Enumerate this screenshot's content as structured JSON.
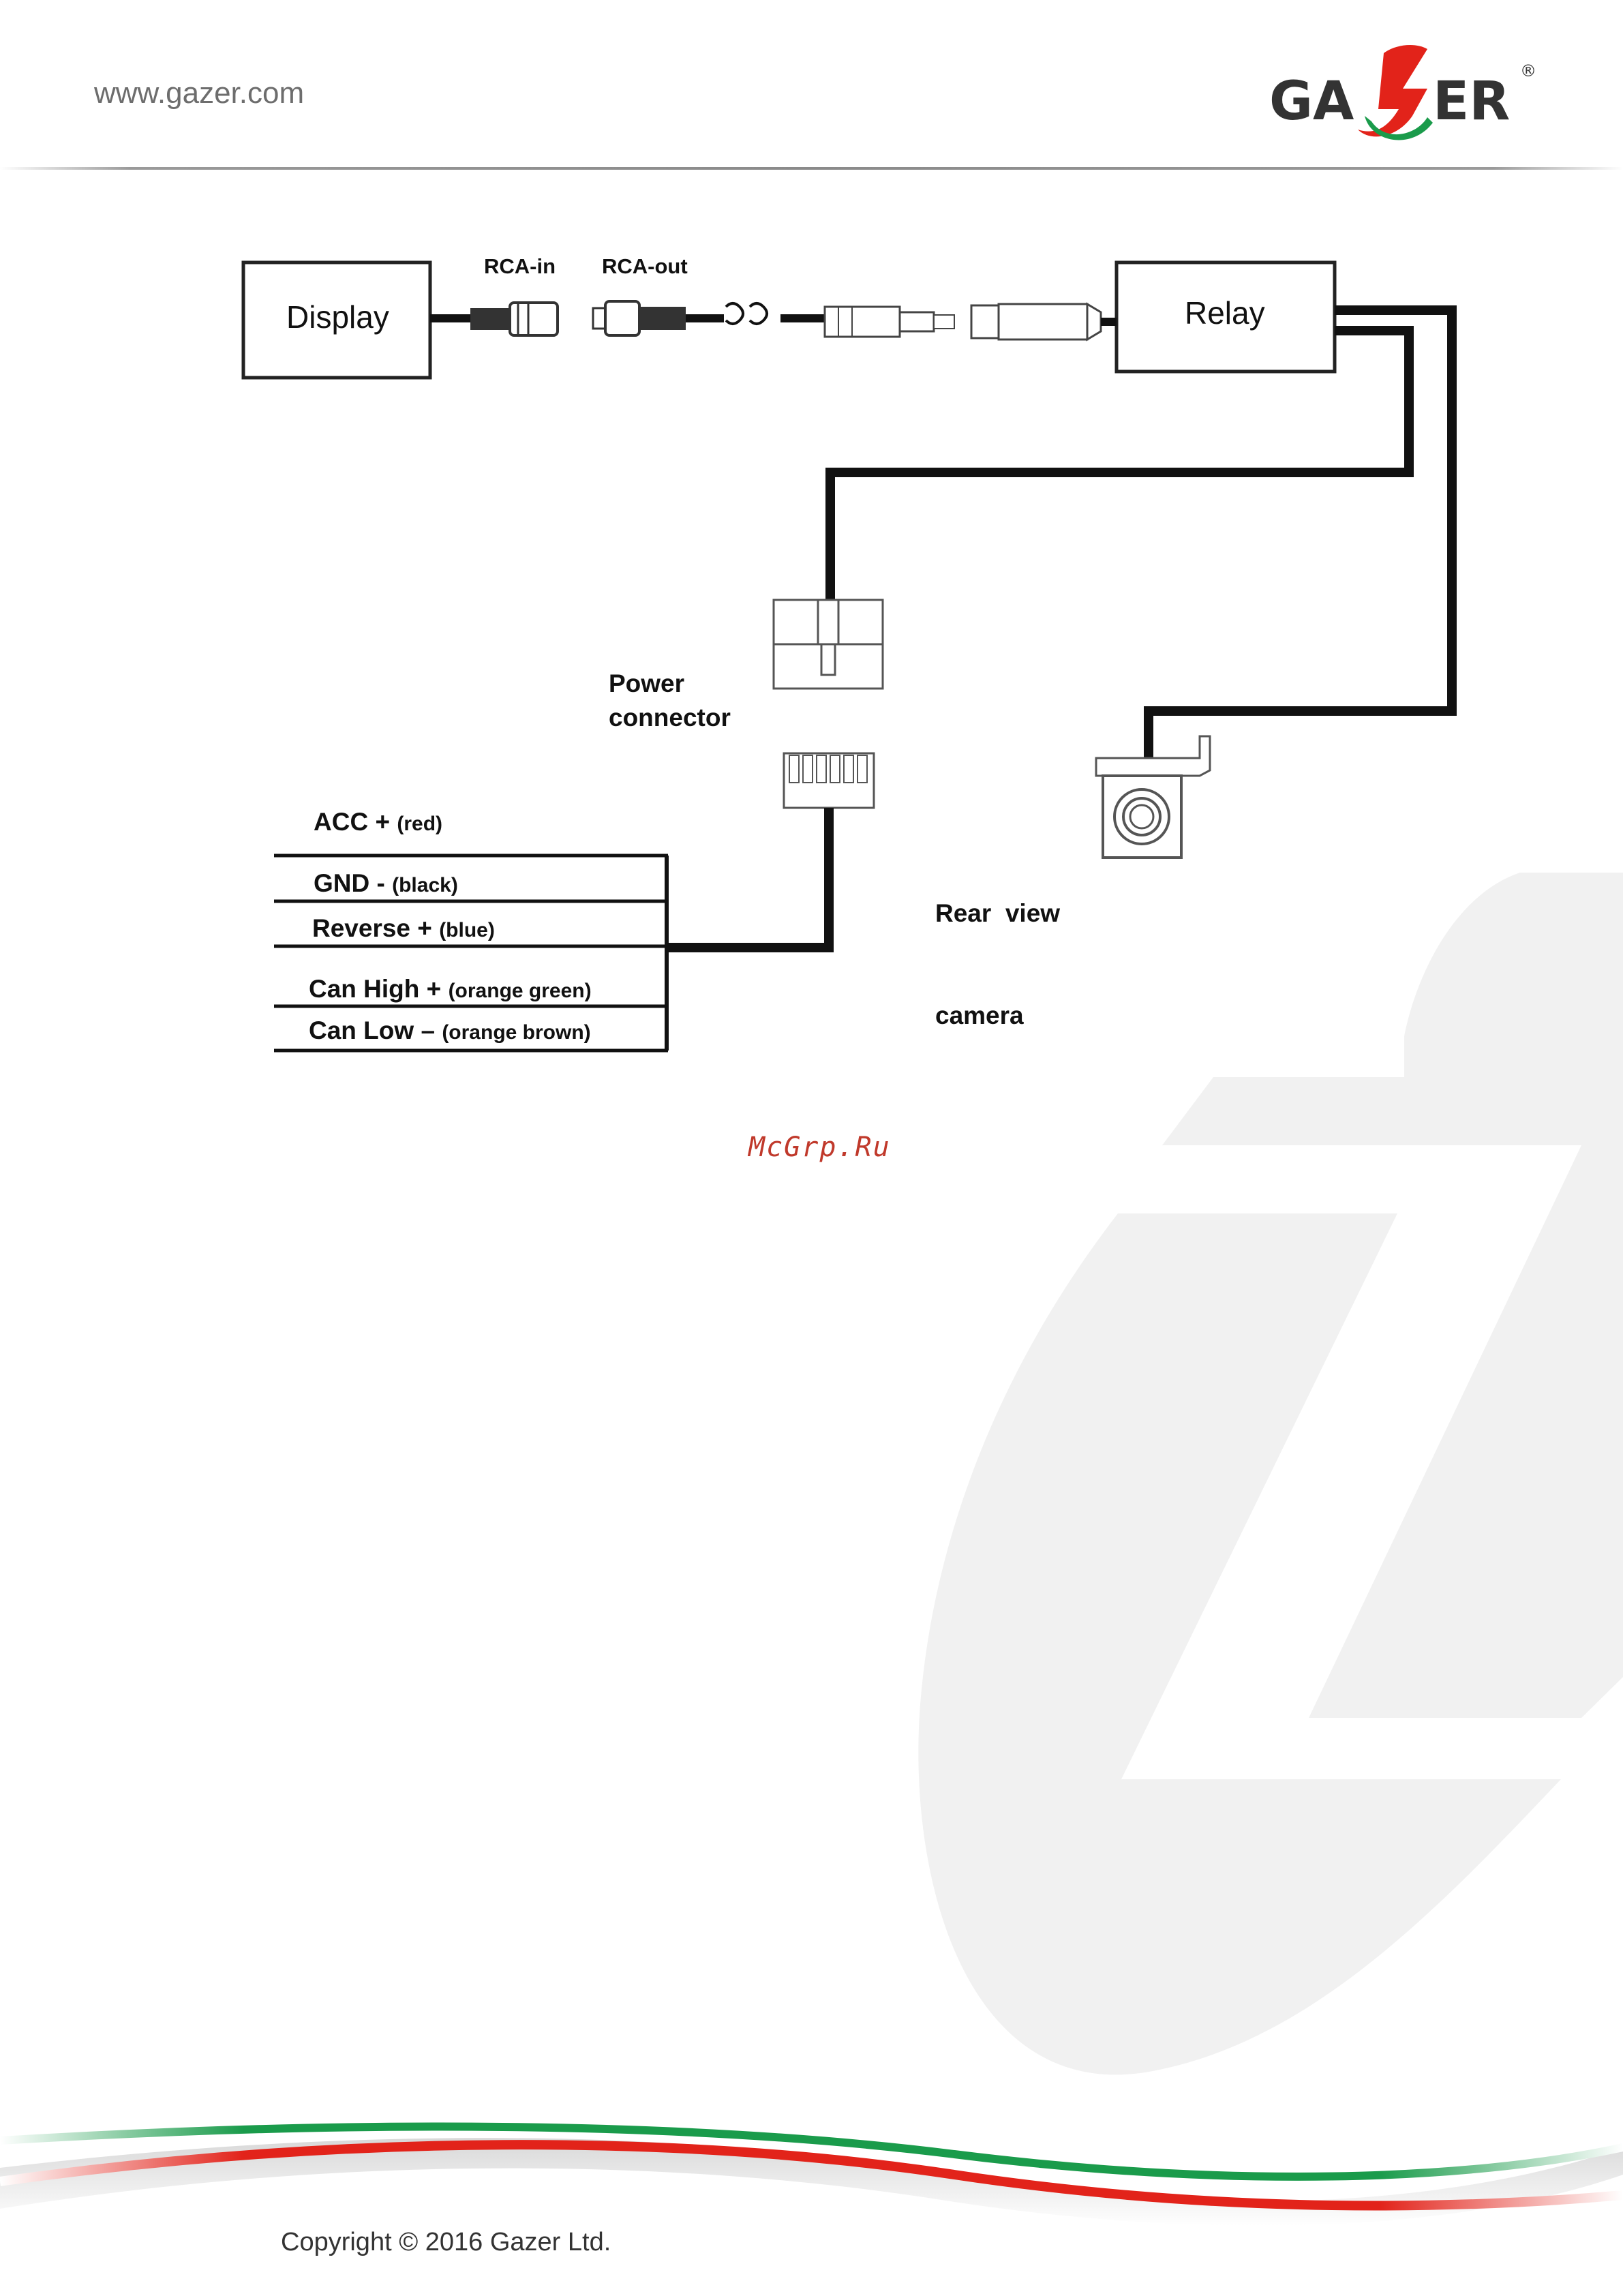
{
  "header": {
    "website": "www.gazer.com",
    "brand": "GAZER",
    "registered_mark": "®"
  },
  "diagram": {
    "display_label": "Display",
    "relay_label": "Relay",
    "rca_in_label": "RCA-in",
    "rca_out_label": "RCA-out",
    "power_connector_label_line1": "Power",
    "power_connector_label_line2": "connector",
    "camera_label_line1": "Rear  view",
    "camera_label_line2": "camera",
    "wires": [
      {
        "name": "ACC +",
        "color_note": "(red)"
      },
      {
        "name": "GND -",
        "color_note": "(black)"
      },
      {
        "name": "Reverse +",
        "color_note": "(blue)"
      },
      {
        "name": "Can High +",
        "color_note": "(orange green)"
      },
      {
        "name": "Can Low –",
        "color_note": "(orange brown)"
      }
    ]
  },
  "watermark": "McGrp.Ru",
  "footer": {
    "copyright": "Copyright © 2016 Gazer Ltd."
  },
  "colors": {
    "brand_red": "#e2231a",
    "brand_green": "#1a9b4b",
    "watermark_gray": "#f2f2f2"
  }
}
